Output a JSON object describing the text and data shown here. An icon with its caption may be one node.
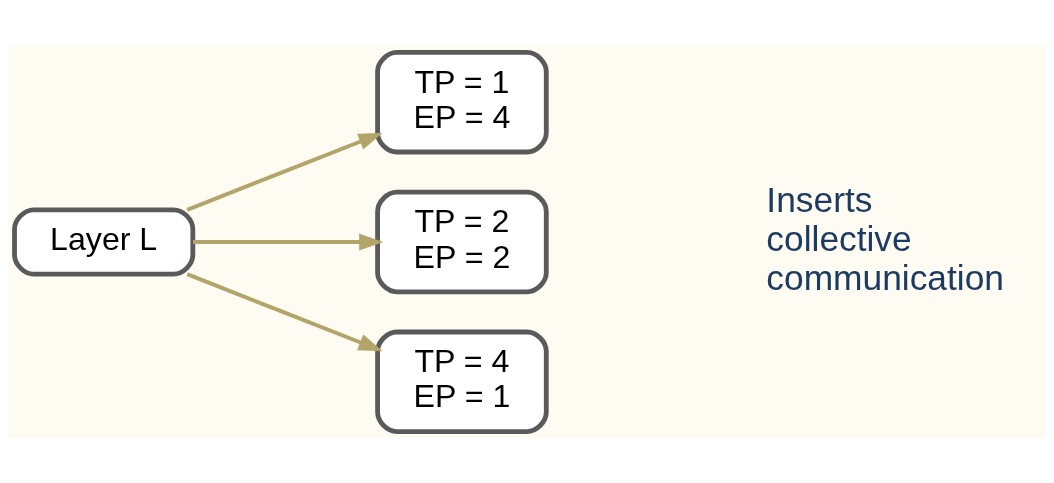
{
  "diagram": {
    "nodes": [
      {
        "text": [
          "Layer L"
        ]
      },
      {
        "text": [
          "TP = 1",
          "EP = 4"
        ]
      },
      {
        "text": [
          "TP = 2",
          "EP = 2"
        ]
      },
      {
        "text": [
          "TP = 4",
          "EP = 1"
        ]
      }
    ],
    "edges": [
      {
        "from": 0,
        "to": 1,
        "arrow": "to"
      },
      {
        "from": 0,
        "to": 2,
        "arrow": "to"
      },
      {
        "from": 0,
        "to": 3,
        "arrow": "to"
      }
    ],
    "labels": [
      "Inserts collective communication"
    ]
  }
}
